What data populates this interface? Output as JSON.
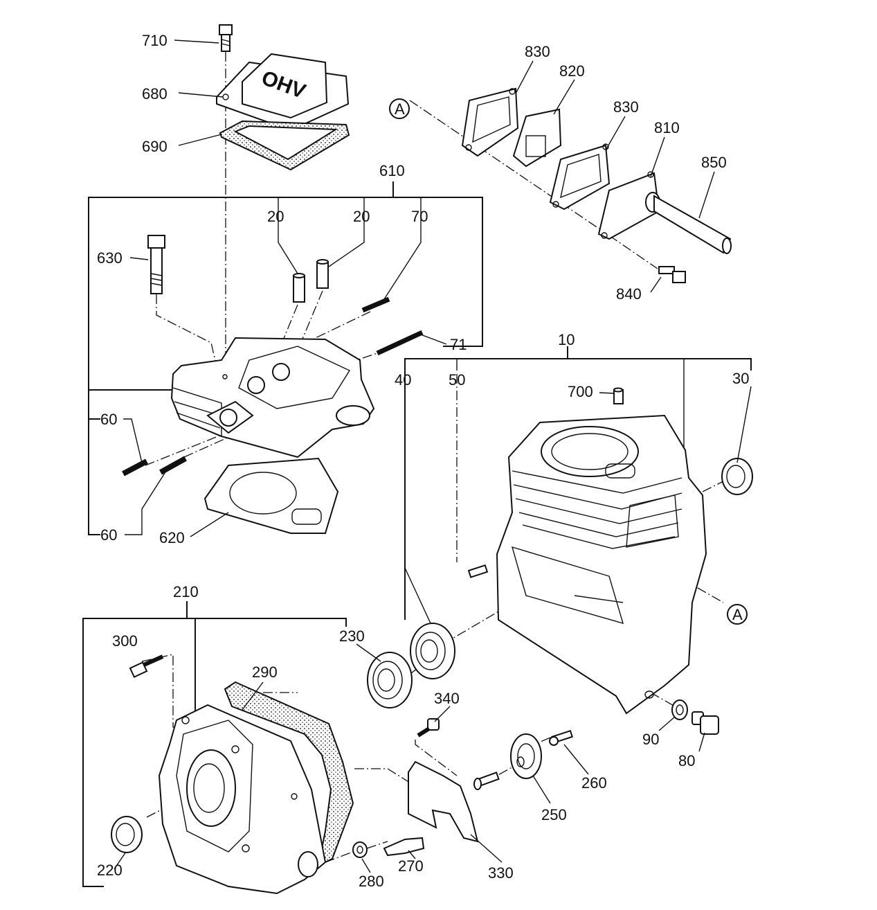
{
  "labels": {
    "l710": "710",
    "l680": "680",
    "l690": "690",
    "l610": "610",
    "l20a": "20",
    "l20b": "20",
    "l70": "70",
    "l630": "630",
    "l71": "71",
    "l60a": "60",
    "l60b": "60",
    "l620": "620",
    "l830a": "830",
    "l820": "820",
    "l830b": "830",
    "l810": "810",
    "l850": "850",
    "l840": "840",
    "l10": "10",
    "l40": "40",
    "l50": "50",
    "l700": "700",
    "l30": "30",
    "l210": "210",
    "l300": "300",
    "l230": "230",
    "l290": "290",
    "l340": "340",
    "l90": "90",
    "l80": "80",
    "l260": "260",
    "l250": "250",
    "l330": "330",
    "l270": "270",
    "l280": "280",
    "l220": "220"
  },
  "markers": {
    "ref_a_top": "A",
    "ref_a_right": "A"
  },
  "cover_text": "OHV"
}
